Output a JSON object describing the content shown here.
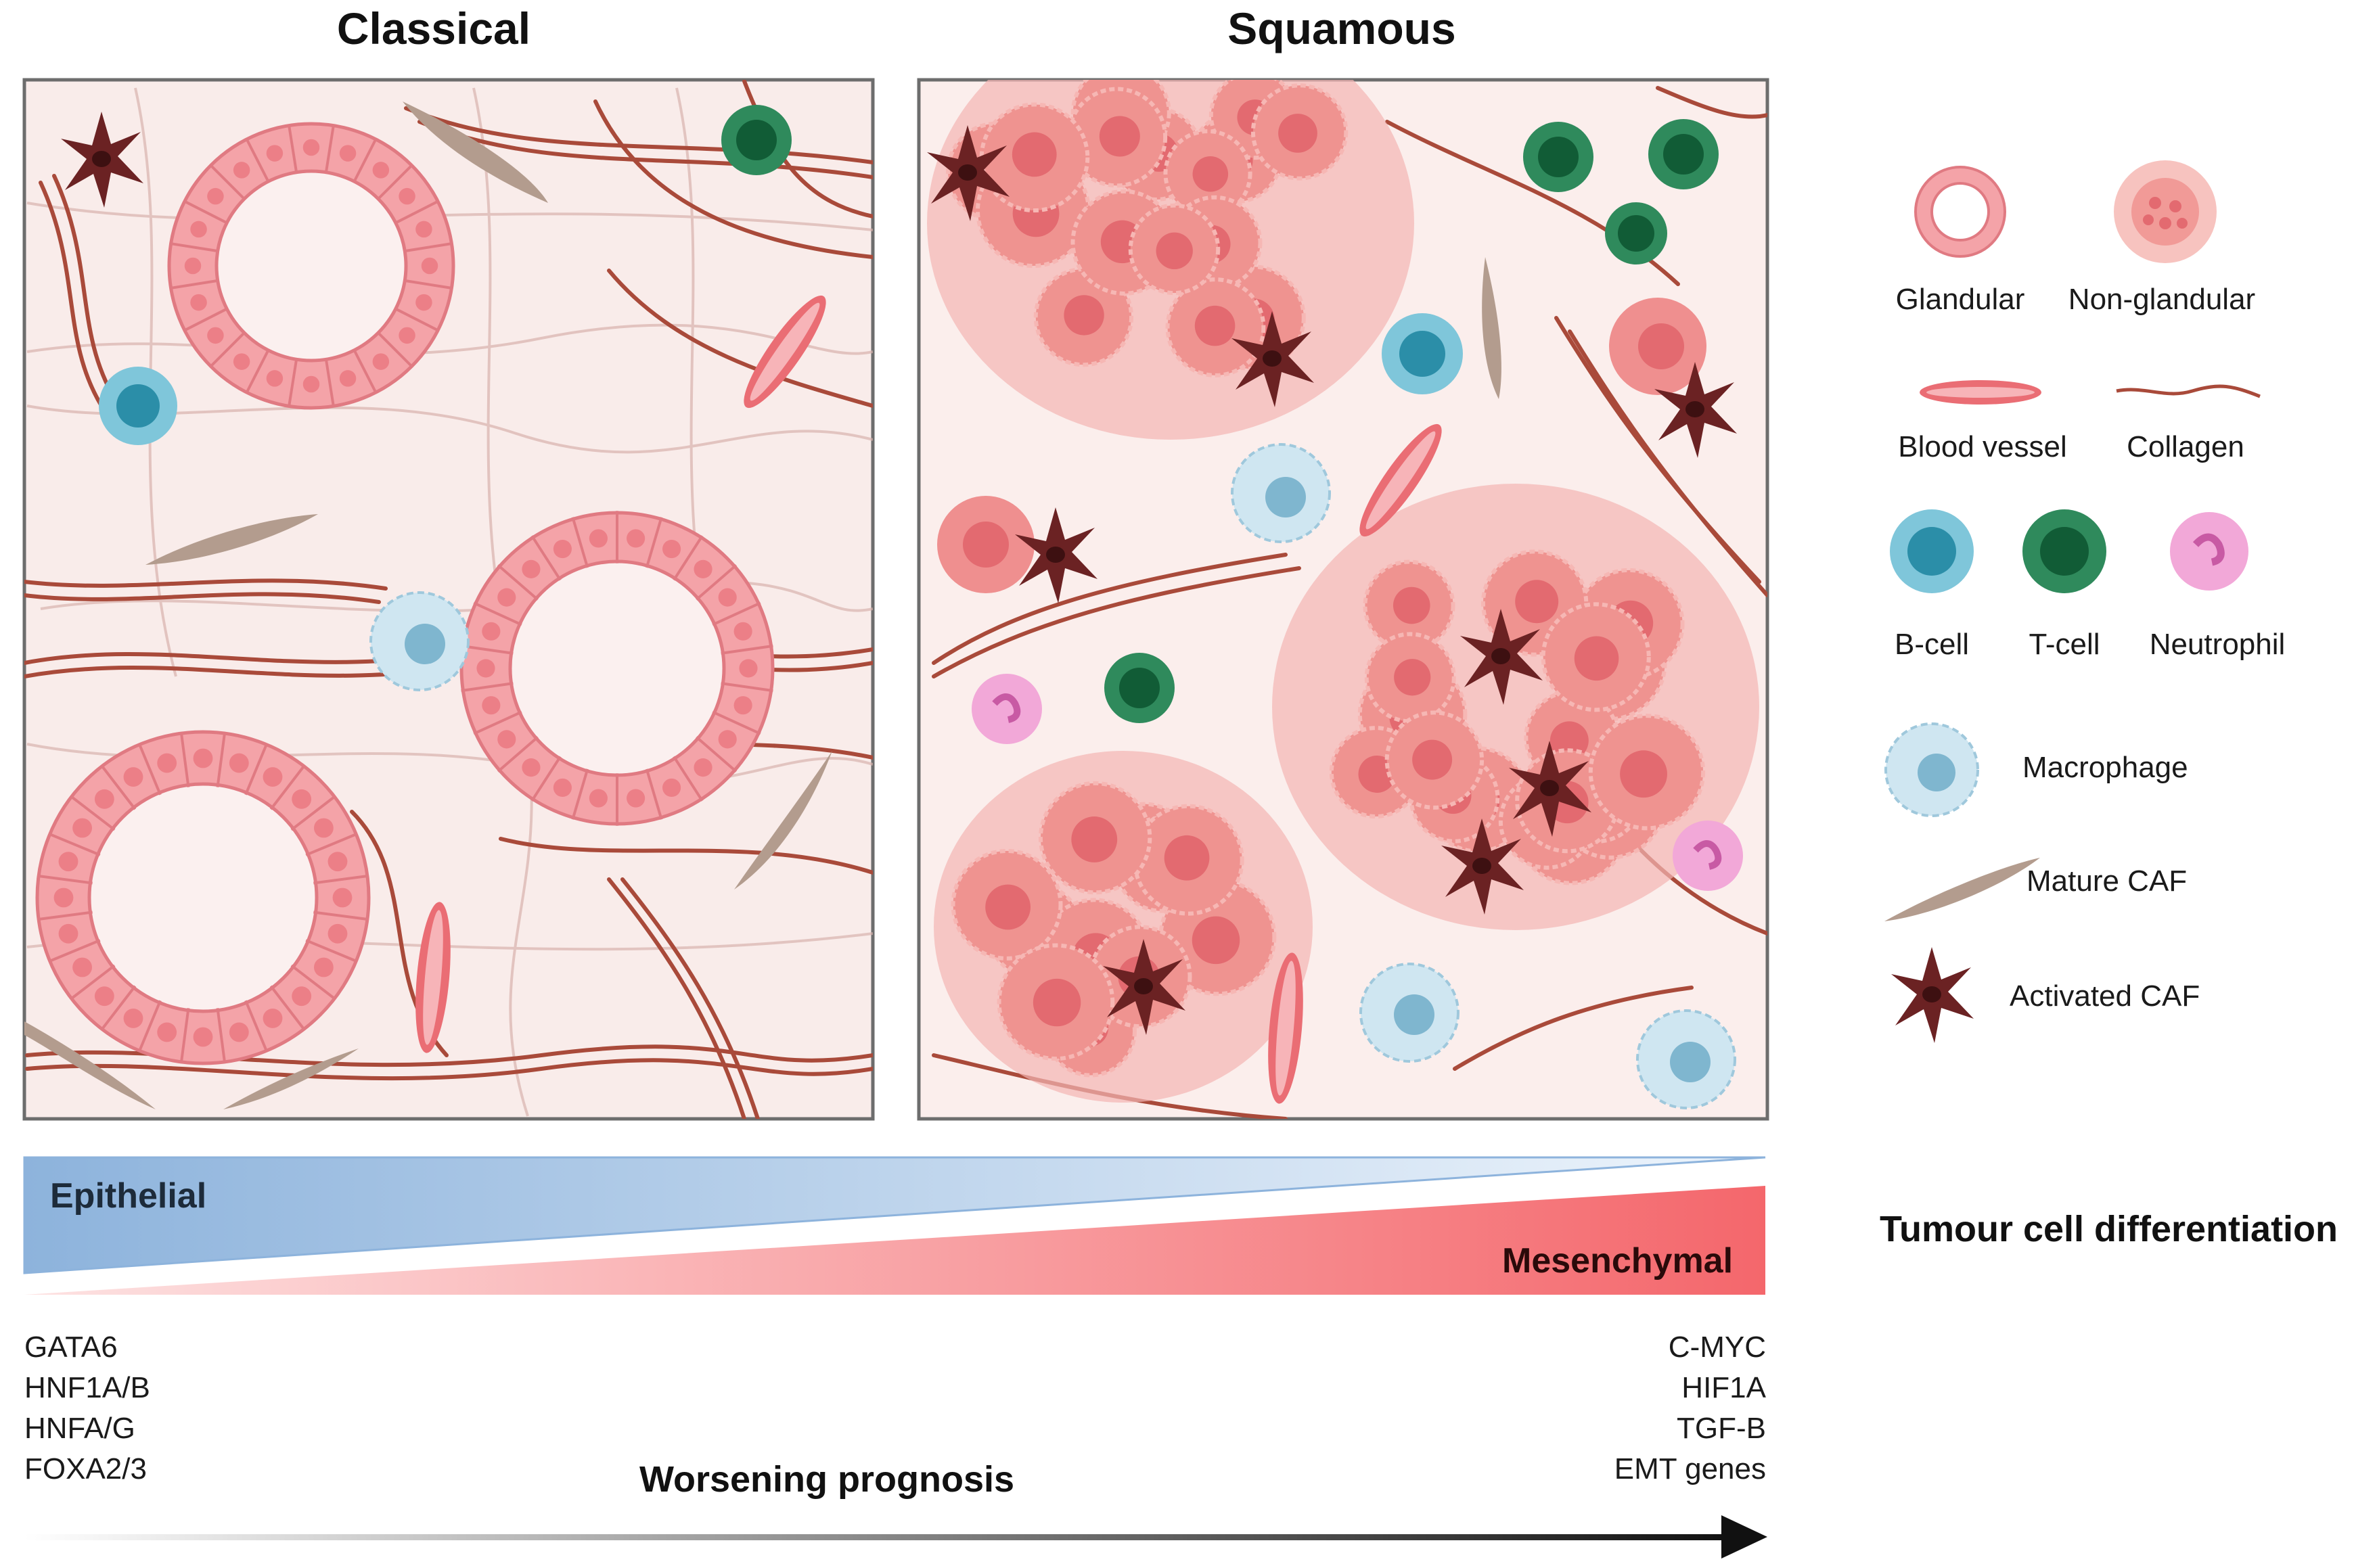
{
  "titles": {
    "left": "Classical",
    "right": "Squamous"
  },
  "legend": {
    "glandular": "Glandular",
    "non_glandular": "Non-glandular",
    "blood_vessel": "Blood vessel",
    "collagen": "Collagen",
    "b_cell": "B-cell",
    "t_cell": "T-cell",
    "neutrophil": "Neutrophil",
    "macrophage": "Macrophage",
    "mature_caf": "Mature CAF",
    "activated_caf": "Activated CAF"
  },
  "gradient": {
    "epithelial": "Epithelial",
    "mesenchymal": "Mesenchymal",
    "differentiation": "Tumour cell differentiation"
  },
  "genes_left": [
    "GATA6",
    "HNF1A/B",
    "HNFA/G",
    "FOXA2/3"
  ],
  "genes_right": [
    "C-MYC",
    "HIF1A",
    "TGF-B",
    "EMT genes"
  ],
  "prognosis": "Worsening prognosis",
  "colors": {
    "panel_bg": "#f8ebe9",
    "gland": "#f4a3a8",
    "gland_dark": "#e57f86",
    "collagen": "#a94a3a",
    "b_cell": "#6fc0d6",
    "t_cell": "#2f8a5c",
    "neutrophil": "#f2a8d8",
    "macrophage": "#c6e2ef",
    "mature_caf": "#b39c8e",
    "activated_caf": "#6b2223",
    "tumour": "#ef8f8f",
    "epithelial_blue": "#8fb6de",
    "mesenchymal_red": "#f46a6e"
  }
}
